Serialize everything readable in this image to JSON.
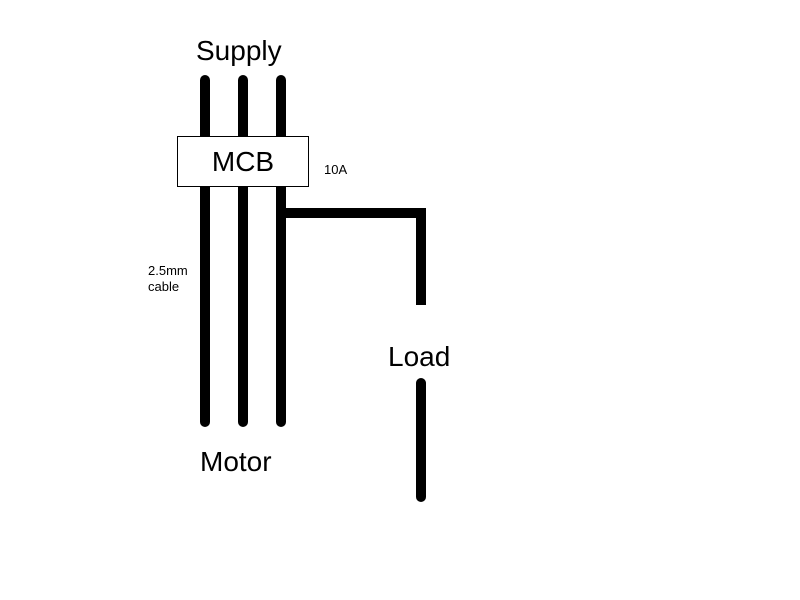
{
  "labels": {
    "supply": "Supply",
    "mcb": "MCB",
    "rating": "10A",
    "cable_line1": "2.5mm",
    "cable_line2": "cable",
    "motor": "Motor",
    "load": "Load"
  },
  "colors": {
    "wire": "#000000",
    "box_border": "#000000",
    "background": "#ffffff"
  }
}
